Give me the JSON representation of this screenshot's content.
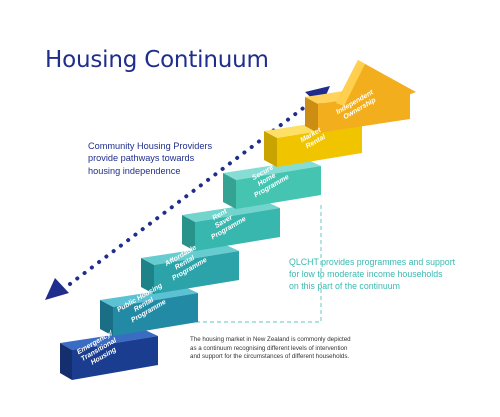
{
  "title": "Housing Continuum",
  "providers_text": [
    "Community Housing Providers",
    "provide pathways towards",
    "housing independence"
  ],
  "qlcht_text": [
    "QLCHT provides programmes and support",
    "for low to moderate income households",
    "on this part of the continuum"
  ],
  "note_text": [
    "The housing market in New Zealand is commonly depicted",
    "as a continuum recognising different levels of intervention",
    "and support for the circumstances of different households."
  ],
  "steps": [
    {
      "lines": [
        "Emergency/",
        "Transitional",
        "Housing"
      ],
      "color": "#1b3d8f"
    },
    {
      "lines": [
        "Public Housing",
        "Rental",
        "Programme"
      ],
      "color": "#238aa6"
    },
    {
      "lines": [
        "Affordable",
        "Rental",
        "Programme"
      ],
      "color": "#2ba3a9"
    },
    {
      "lines": [
        "Rent",
        "Saver",
        "Programme"
      ],
      "color": "#37b7ad"
    },
    {
      "lines": [
        "Secure",
        "Home",
        "Programme"
      ],
      "color": "#45c4b2"
    },
    {
      "lines": [
        "Market",
        "Rental"
      ],
      "color": "#f1c400"
    },
    {
      "lines": [
        "Independent",
        "Ownership"
      ],
      "color": "#f3ae1e"
    }
  ],
  "colors": {
    "navy": "#1f2e8c",
    "teal": "#3bb9b0",
    "gold": "#f3ae1e"
  }
}
